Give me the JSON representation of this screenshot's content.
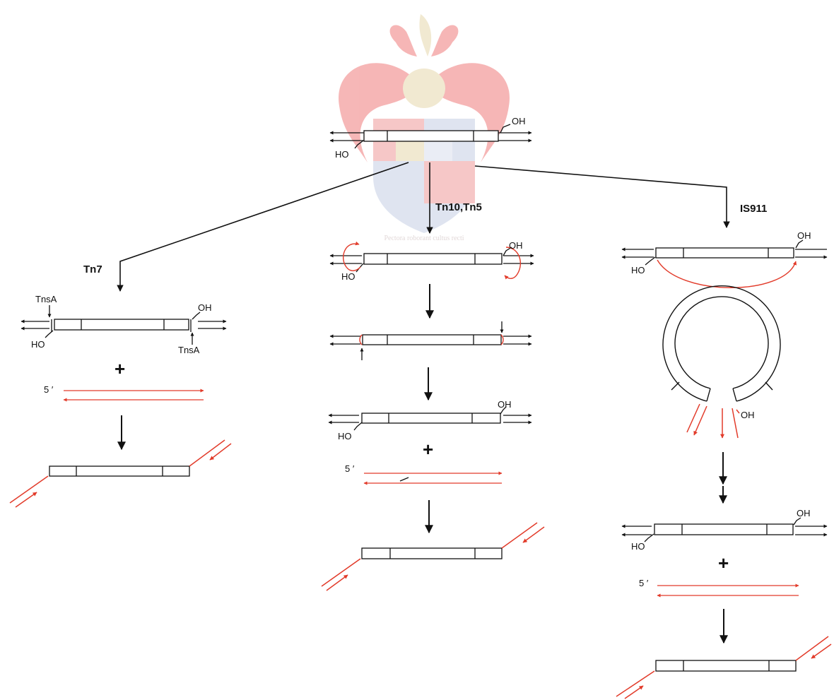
{
  "labels": {
    "transposons": [
      "Tn7",
      "Tn10,Tn5",
      "IS911"
    ],
    "enzyme": "TnsA",
    "hydroxyl_3prime": "OH",
    "hydroxyl_5prime": "HO",
    "five_prime": "5 ′",
    "plus": "+"
  },
  "watermark": {
    "motto": "Pectora roborant cultus recti"
  },
  "colors": {
    "dna": "#111111",
    "target_dna": "#e23b2a",
    "watermark_red": "#ef7c7c",
    "watermark_gold": "#e7d8ad",
    "watermark_blue": "#c6cfe4"
  }
}
